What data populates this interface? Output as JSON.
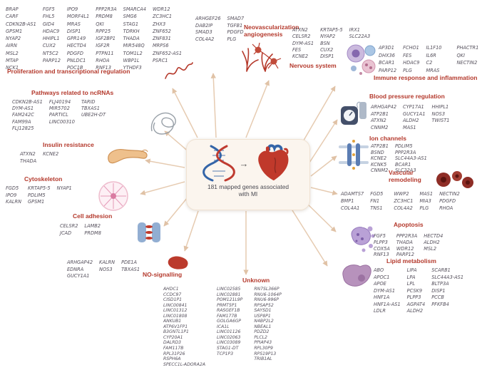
{
  "center": {
    "text": "181 mapped genes associated with MI"
  },
  "colors": {
    "category_label": "#b4392c",
    "gene_text": "#55505c",
    "arrow": "#e6cbb1",
    "box_bg": "#fbf5ee"
  },
  "cats": {
    "prolif": {
      "label": "Proliferation and transcriptional regulation",
      "columns": [
        [
          "BRAP",
          "CARF",
          "CDKN2B-AS1",
          "GPSM1",
          "NYAP2",
          "AIRN",
          "MSL2",
          "MTAP",
          "NCK1"
        ],
        [
          "FGF5",
          "FHL5",
          "GID4",
          "HDAC9",
          "HHIPL1",
          "CUX2",
          "NT5C2",
          "PARP12"
        ],
        [
          "IPO9",
          "MORF4L1",
          "MRAS",
          "DISP1",
          "GPR149",
          "HECTD4",
          "PDGFD",
          "PNLDC1",
          "POC1B"
        ],
        [
          "PPP2R3A",
          "PRDM8",
          "QKI",
          "RPP25",
          "IGF2BP1",
          "IGF2R",
          "PTPN11",
          "RHOA",
          "RNF13"
        ],
        [
          "SMARCA4",
          "SMG6",
          "STAG1",
          "TDRKH",
          "THADA",
          "MIR548Q",
          "TOM1L2",
          "WBP1L",
          "YTHDF3"
        ],
        [
          "WDR12",
          "ZC3HC1",
          "ZHX3",
          "ZNF652",
          "ZNF831",
          "MRPS6",
          "ZNF652-AS1",
          "PSRC1"
        ]
      ]
    },
    "ncrna": {
      "label": "Pathways related to ncRNAs",
      "columns": [
        [
          "CDKN2B-AS1",
          "DYM-AS1",
          "FAM242C",
          "FAM99A",
          "FLJ12825"
        ],
        [
          "FLJ40194",
          "MIR5702",
          "PARTICL",
          "LINC00310"
        ],
        [
          "TARID",
          "TBXAS1",
          "UBE2H-DT"
        ]
      ]
    },
    "insulin": {
      "label": "Insulin resistance",
      "columns": [
        [
          "ATXN2",
          "THADA"
        ],
        [
          "KCNE2"
        ]
      ]
    },
    "cyto": {
      "label": "Cytoskeleton",
      "columns": [
        [
          "FGD5",
          "IPO9",
          "KALRN"
        ],
        [
          "KRTAP5-5",
          "PDLIM5",
          "GPSM1"
        ],
        [
          "NYAP1"
        ]
      ]
    },
    "celladh": {
      "label": "Cell adhesion",
      "columns": [
        [
          "CELSR2",
          "JCAD"
        ],
        [
          "LAMB2",
          "PRDM8"
        ]
      ]
    },
    "nosig": {
      "label": "NO-signalling",
      "columns": [
        [
          "ARHGAP42",
          "EDNRA",
          "GUCY1A1"
        ],
        [
          "KALRN",
          "NOS3"
        ],
        [
          "PDE1A",
          "TBXAS1"
        ]
      ]
    },
    "neovasc": {
      "label": "Neovascularization angiogenesis",
      "columns": [
        [
          "ARHGEF26",
          "DAB2IP",
          "SMAD3",
          "COL4A2"
        ],
        [
          "SMAD7",
          "TGFB1",
          "PDGFD",
          "PLG"
        ]
      ]
    },
    "nervous": {
      "label": "Nervous system",
      "columns": [
        [
          "ATXN2",
          "CELSR2",
          "DYM-AS1",
          "FES",
          "KCNE2"
        ],
        [
          "KRTAP5-5",
          "NYAP2",
          "BSN",
          "CUX2",
          "DISP1"
        ],
        [
          "IRX1",
          "SLC22A3"
        ]
      ]
    },
    "immune": {
      "label": "Immune response and inflammation",
      "columns": [
        [
          "AP3D1",
          "DHX36",
          "BCAR1",
          "PARP12"
        ],
        [
          "FCHO1",
          "FES",
          "HDAC9",
          "PLG"
        ],
        [
          "IL1F10",
          "IL6R",
          "C2",
          "MRAS"
        ],
        [
          "PHACTR1",
          "QKI",
          "NECTIN2"
        ]
      ]
    },
    "bp": {
      "label": "Blood pressure regulation",
      "columns": [
        [
          "ARHGAP42",
          "ATP2B1",
          "ATXN2",
          "CNNM2"
        ],
        [
          "CYP17A1",
          "GUCY1A1",
          "ALDH2",
          "MAS1"
        ],
        [
          "HHIPL1",
          "NOS3",
          "TWIST1"
        ]
      ]
    },
    "ion": {
      "label": "Ion channels",
      "columns": [
        [
          "ATP2B1",
          "BSND",
          "KCNE2",
          "KCNK5",
          "CNNM2"
        ],
        [
          "PDLIM5",
          "PPP2R3A",
          "SLC44A3-AS1",
          "BCAR1",
          "SLC22A3"
        ]
      ]
    },
    "vasc": {
      "label": "Vascular remodeling",
      "columns": [
        [
          "ADAMTS7",
          "BMP1",
          "COL4A1"
        ],
        [
          "FGD5",
          "FN1",
          "TNS1"
        ],
        [
          "WWP2",
          "ZC3HC1",
          "COL4A2"
        ],
        [
          "MAS1",
          "MIA3",
          "PLG"
        ],
        [
          "NECTIN2",
          "PDGFD",
          "RHOA"
        ]
      ]
    },
    "apop": {
      "label": "Apoptosis",
      "columns": [
        [
          "FGF5",
          "PLPP3",
          "COX5A",
          "RNF13"
        ],
        [
          "PPP2R3A",
          "THADA",
          "WDR12",
          "PARP12"
        ],
        [
          "HECTD4",
          "ALDH2",
          "MSL2"
        ]
      ]
    },
    "lipid": {
      "label": "Lipid metabolism",
      "columns": [
        [
          "ABO",
          "APOC1",
          "APOE",
          "DYM-AS1",
          "HNF1A",
          "HNF1A-AS1",
          "LDLR"
        ],
        [
          "LIPA",
          "LPA",
          "LPL",
          "PCSK9",
          "PLPP3",
          "AGPAT4",
          "ALDH2"
        ],
        [
          "SCARB1",
          "SLC44A3-AS1",
          "BLTP3A",
          "DISP1",
          "PCCB",
          "PFKFB4"
        ]
      ]
    },
    "unknown": {
      "label": "Unknown",
      "columns": [
        [
          "AHDC1",
          "CCDC97",
          "CISD1P1",
          "LINC00841",
          "LINC01312",
          "LINC01808",
          "ANKUB1",
          "ATP6V1FP1",
          "B3GNTL1P1",
          "CYP20A1",
          "DALRD3",
          "FAM117B",
          "RPL31P26",
          "RSPH6A",
          "SPECC1L-ADORA2A"
        ],
        [
          "LINC02585",
          "LINC02881",
          "POM121L9P",
          "PRMT5P1",
          "RASGEF1B",
          "FAM177B",
          "GOLGA6GP",
          "ICA1L",
          "LINC01126",
          "LINC02063",
          "LINC03089",
          "STAG1-DT",
          "TCP1P3"
        ],
        [
          "RN7SL366P",
          "RNU6-1064P",
          "RNU6-996P",
          "RPSAP52",
          "SAYSD1",
          "USP8P1",
          "N4BP2L2",
          "NBEAL1",
          "PDZD2",
          "PLCL2",
          "PPIAP43",
          "RPL30P9",
          "RPS19P13",
          "TRIB1AL"
        ]
      ]
    }
  }
}
